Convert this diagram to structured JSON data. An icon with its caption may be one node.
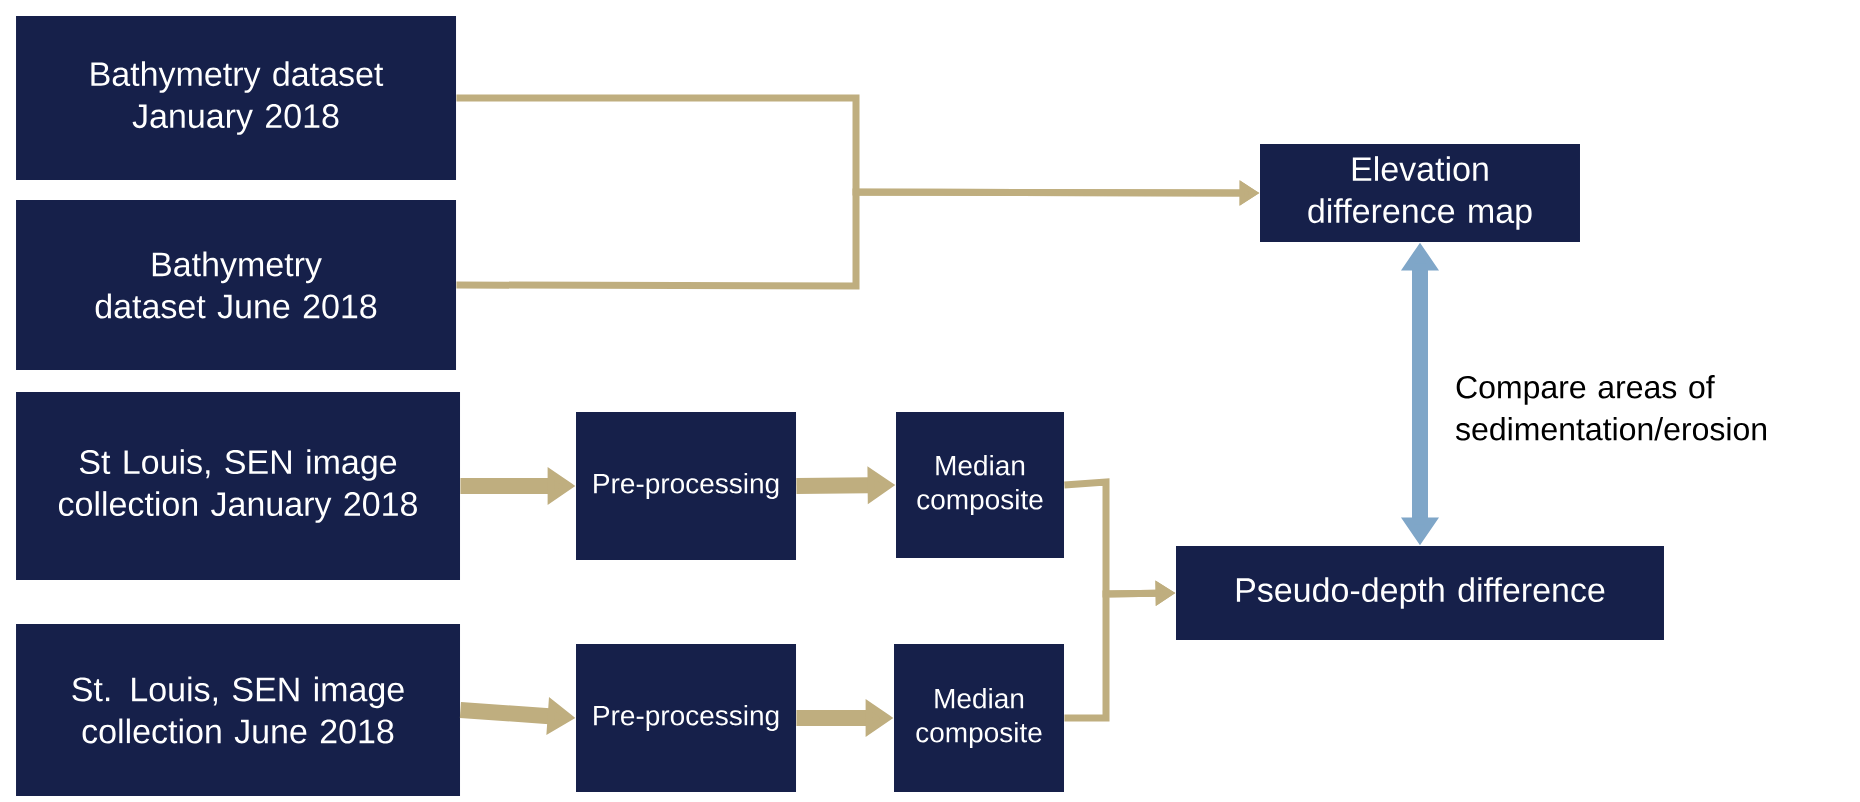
{
  "diagram": {
    "nodes": [
      {
        "text": [
          "Bathymetry dataset January 2018"
        ]
      },
      {
        "text": [
          "Bathymetry dataset June 2018"
        ]
      },
      {
        "text": [
          "St Louis, SEN image collection January 2018"
        ]
      },
      {
        "text": [
          "St. Louis, SEN image collection June 2018"
        ]
      },
      {
        "text": [
          "Pre-processing"
        ]
      },
      {
        "text": [
          "Median composite"
        ]
      },
      {
        "text": [
          "Pre-processing"
        ]
      },
      {
        "text": [
          "Median composite"
        ]
      },
      {
        "text": [
          "Elevation difference map"
        ]
      },
      {
        "text": [
          "Pseudo-depth difference"
        ]
      }
    ],
    "edges": [
      {
        "from": 0,
        "to": 8,
        "arrow": "to"
      },
      {
        "from": 1,
        "to": 8,
        "arrow": "to"
      },
      {
        "from": 2,
        "to": 4,
        "arrow": "to"
      },
      {
        "from": 4,
        "to": 5,
        "arrow": "to"
      },
      {
        "from": 5,
        "to": 9,
        "arrow": "to"
      },
      {
        "from": 3,
        "to": 6,
        "arrow": "to"
      },
      {
        "from": 6,
        "to": 7,
        "arrow": "to"
      },
      {
        "from": 7,
        "to": 9,
        "arrow": "to"
      },
      {
        "from": 9,
        "to": 8,
        "arrow": "both",
        "color": "#7fa6c8",
        "label": "Compare areas of sedimentation/erosion"
      }
    ]
  }
}
